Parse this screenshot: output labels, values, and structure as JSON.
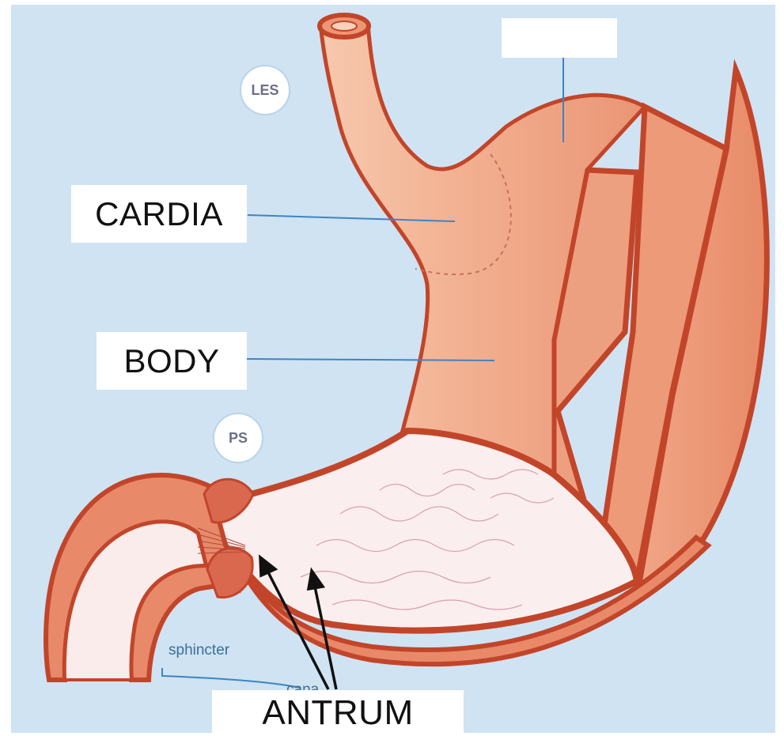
{
  "labels": {
    "blank_top": "",
    "cardia": "CARDIA",
    "body": "BODY",
    "antrum": "ANTRUM"
  },
  "markers": {
    "les": "LES",
    "ps": "PS"
  },
  "background_text": {
    "sphincter": "sphincter",
    "canal": "cana"
  },
  "colors": {
    "background": "#cfe3f3",
    "stomach_wall": "#efa27f",
    "muscle_edge": "#c2452a",
    "mucosa": "#fbeeee",
    "leader_line": "#3f84c1"
  }
}
